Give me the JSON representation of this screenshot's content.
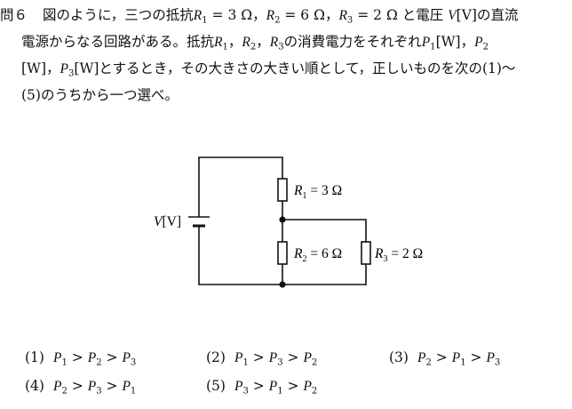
{
  "question": {
    "number": "問６",
    "line1": [
      "図のように，三つの抵抗",
      "R",
      "1",
      " = 3 Ω，",
      "R",
      "2",
      " = 6 Ω，",
      "R",
      "3",
      " = 2 Ω と電圧",
      "V",
      "[V]の直流"
    ],
    "line2": [
      "電源からなる回路がある。抵抗",
      "R",
      "1",
      "，",
      "R",
      "2",
      "，",
      "R",
      "3",
      "の消費電力をそれぞれ",
      "P",
      "1",
      "[W]，",
      "P",
      "2"
    ],
    "line3": [
      "[W]，",
      "P",
      "3",
      "[W]とするとき，その大きさの大きい順として，正しいものを次の(1)〜"
    ],
    "line4": "(5)のうちから一つ選べ。"
  },
  "circuit": {
    "source_label": [
      "V",
      "[V]"
    ],
    "r1_label": [
      "R",
      "1",
      " = 3 Ω"
    ],
    "r2_label": [
      "R",
      "2",
      " = 6 Ω"
    ],
    "r3_label": [
      "R",
      "3",
      " = 2 Ω"
    ]
  },
  "choices": [
    {
      "num": "(1)",
      "order": [
        "P",
        "1",
        " > ",
        "P",
        "2",
        " > ",
        "P",
        "3"
      ]
    },
    {
      "num": "(2)",
      "order": [
        "P",
        "1",
        " > ",
        "P",
        "3",
        " > ",
        "P",
        "2"
      ]
    },
    {
      "num": "(3)",
      "order": [
        "P",
        "2",
        " > ",
        "P",
        "1",
        " > ",
        "P",
        "3"
      ]
    },
    {
      "num": "(4)",
      "order": [
        "P",
        "2",
        " > ",
        "P",
        "3",
        " > ",
        "P",
        "1"
      ]
    },
    {
      "num": "(5)",
      "order": [
        "P",
        "3",
        " > ",
        "P",
        "1",
        " > ",
        "P",
        "2"
      ]
    }
  ]
}
